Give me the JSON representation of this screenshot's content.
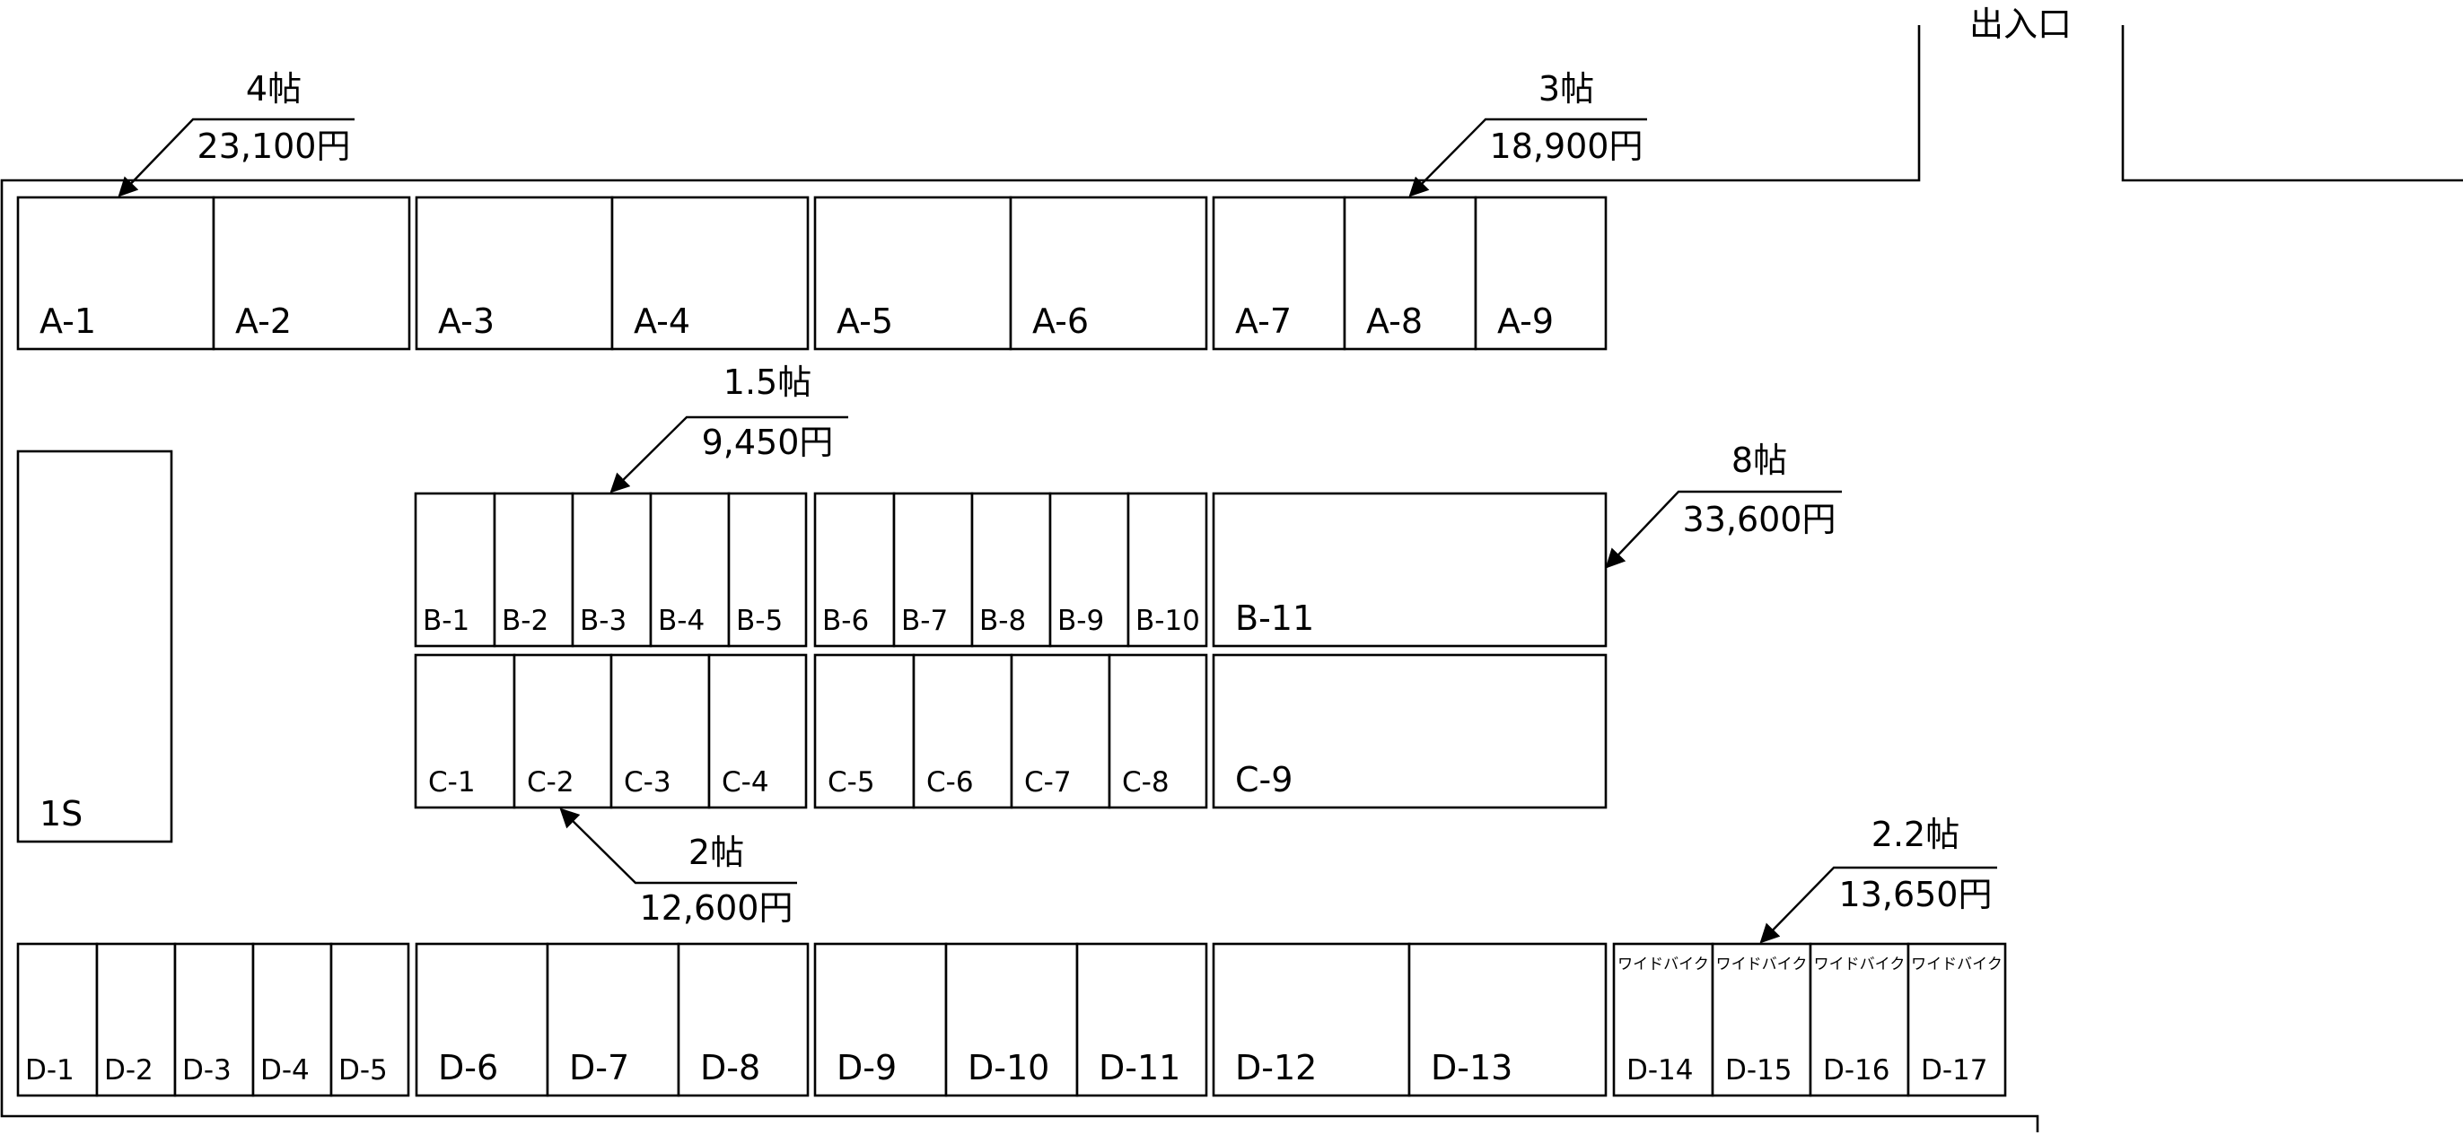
{
  "entrance_label": "出入口",
  "colors": {
    "line": "#000000",
    "background": "#ffffff"
  },
  "units": {
    "row_a": [
      "A-1",
      "A-2",
      "A-3",
      "A-4",
      "A-5",
      "A-6",
      "A-7",
      "A-8",
      "A-9"
    ],
    "row_b": [
      "B-1",
      "B-2",
      "B-3",
      "B-4",
      "B-5",
      "B-6",
      "B-7",
      "B-8",
      "B-9",
      "B-10",
      "B-11"
    ],
    "row_c": [
      "C-1",
      "C-2",
      "C-3",
      "C-4",
      "C-5",
      "C-6",
      "C-7",
      "C-8",
      "C-9"
    ],
    "row_d": [
      "D-1",
      "D-2",
      "D-3",
      "D-4",
      "D-5",
      "D-6",
      "D-7",
      "D-8",
      "D-9",
      "D-10",
      "D-11",
      "D-12",
      "D-13",
      "D-14",
      "D-15",
      "D-16",
      "D-17"
    ],
    "side": [
      "1S"
    ],
    "wide_bike_label": "ワイドバイク"
  },
  "callouts": [
    {
      "id": "a-1",
      "size": "4帖",
      "price": "23,100円"
    },
    {
      "id": "a-8",
      "size": "3帖",
      "price": "18,900円"
    },
    {
      "id": "b-3",
      "size": "1.5帖",
      "price": "9,450円"
    },
    {
      "id": "b-11",
      "size": "8帖",
      "price": "33,600円"
    },
    {
      "id": "c-2",
      "size": "2帖",
      "price": "12,600円"
    },
    {
      "id": "d-15",
      "size": "2.2帖",
      "price": "13,650円"
    }
  ]
}
